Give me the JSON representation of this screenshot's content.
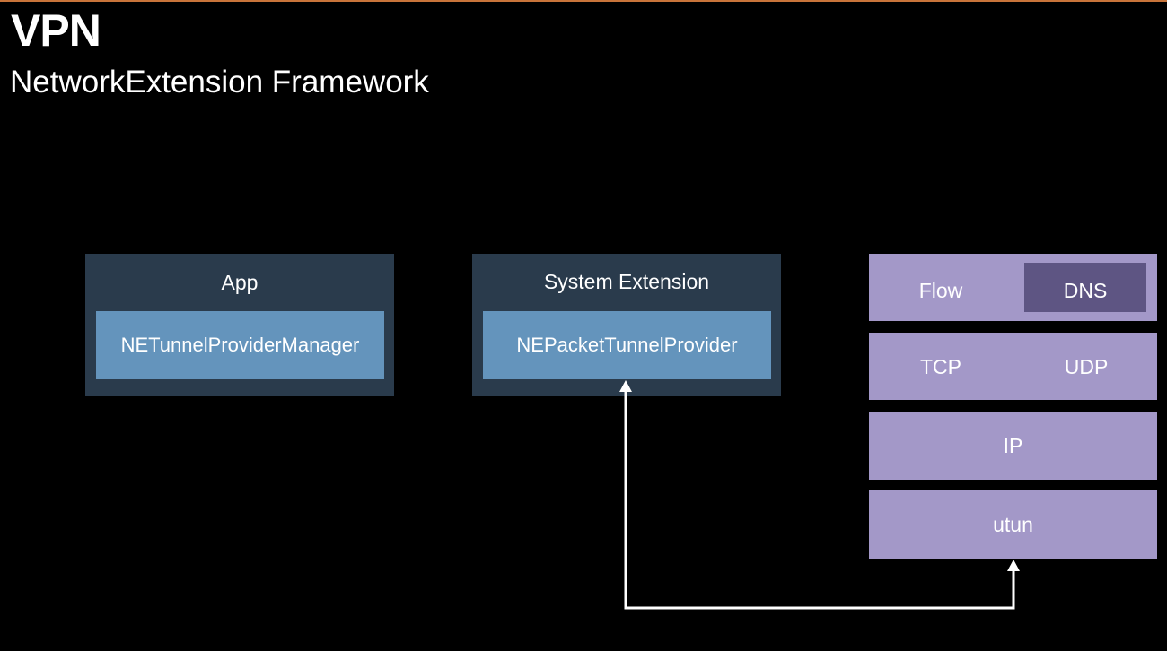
{
  "slide": {
    "title": "VPN",
    "subtitle": "NetworkExtension Framework"
  },
  "app_panel": {
    "label": "App",
    "inner": "NETunnelProviderManager"
  },
  "sysext_panel": {
    "label": "System Extension",
    "inner": "NEPacketTunnelProvider"
  },
  "stack": {
    "flow": "Flow",
    "dns": "DNS",
    "tcp": "TCP",
    "udp": "UDP",
    "ip": "IP",
    "utun": "utun"
  },
  "colors": {
    "background": "#000000",
    "accent_line": "#c8743a",
    "panel": "#2a3b4c",
    "inner_box": "#6494bc",
    "layer": "#a398c8",
    "dns_box": "#5e5583",
    "connector": "#ffffff"
  }
}
